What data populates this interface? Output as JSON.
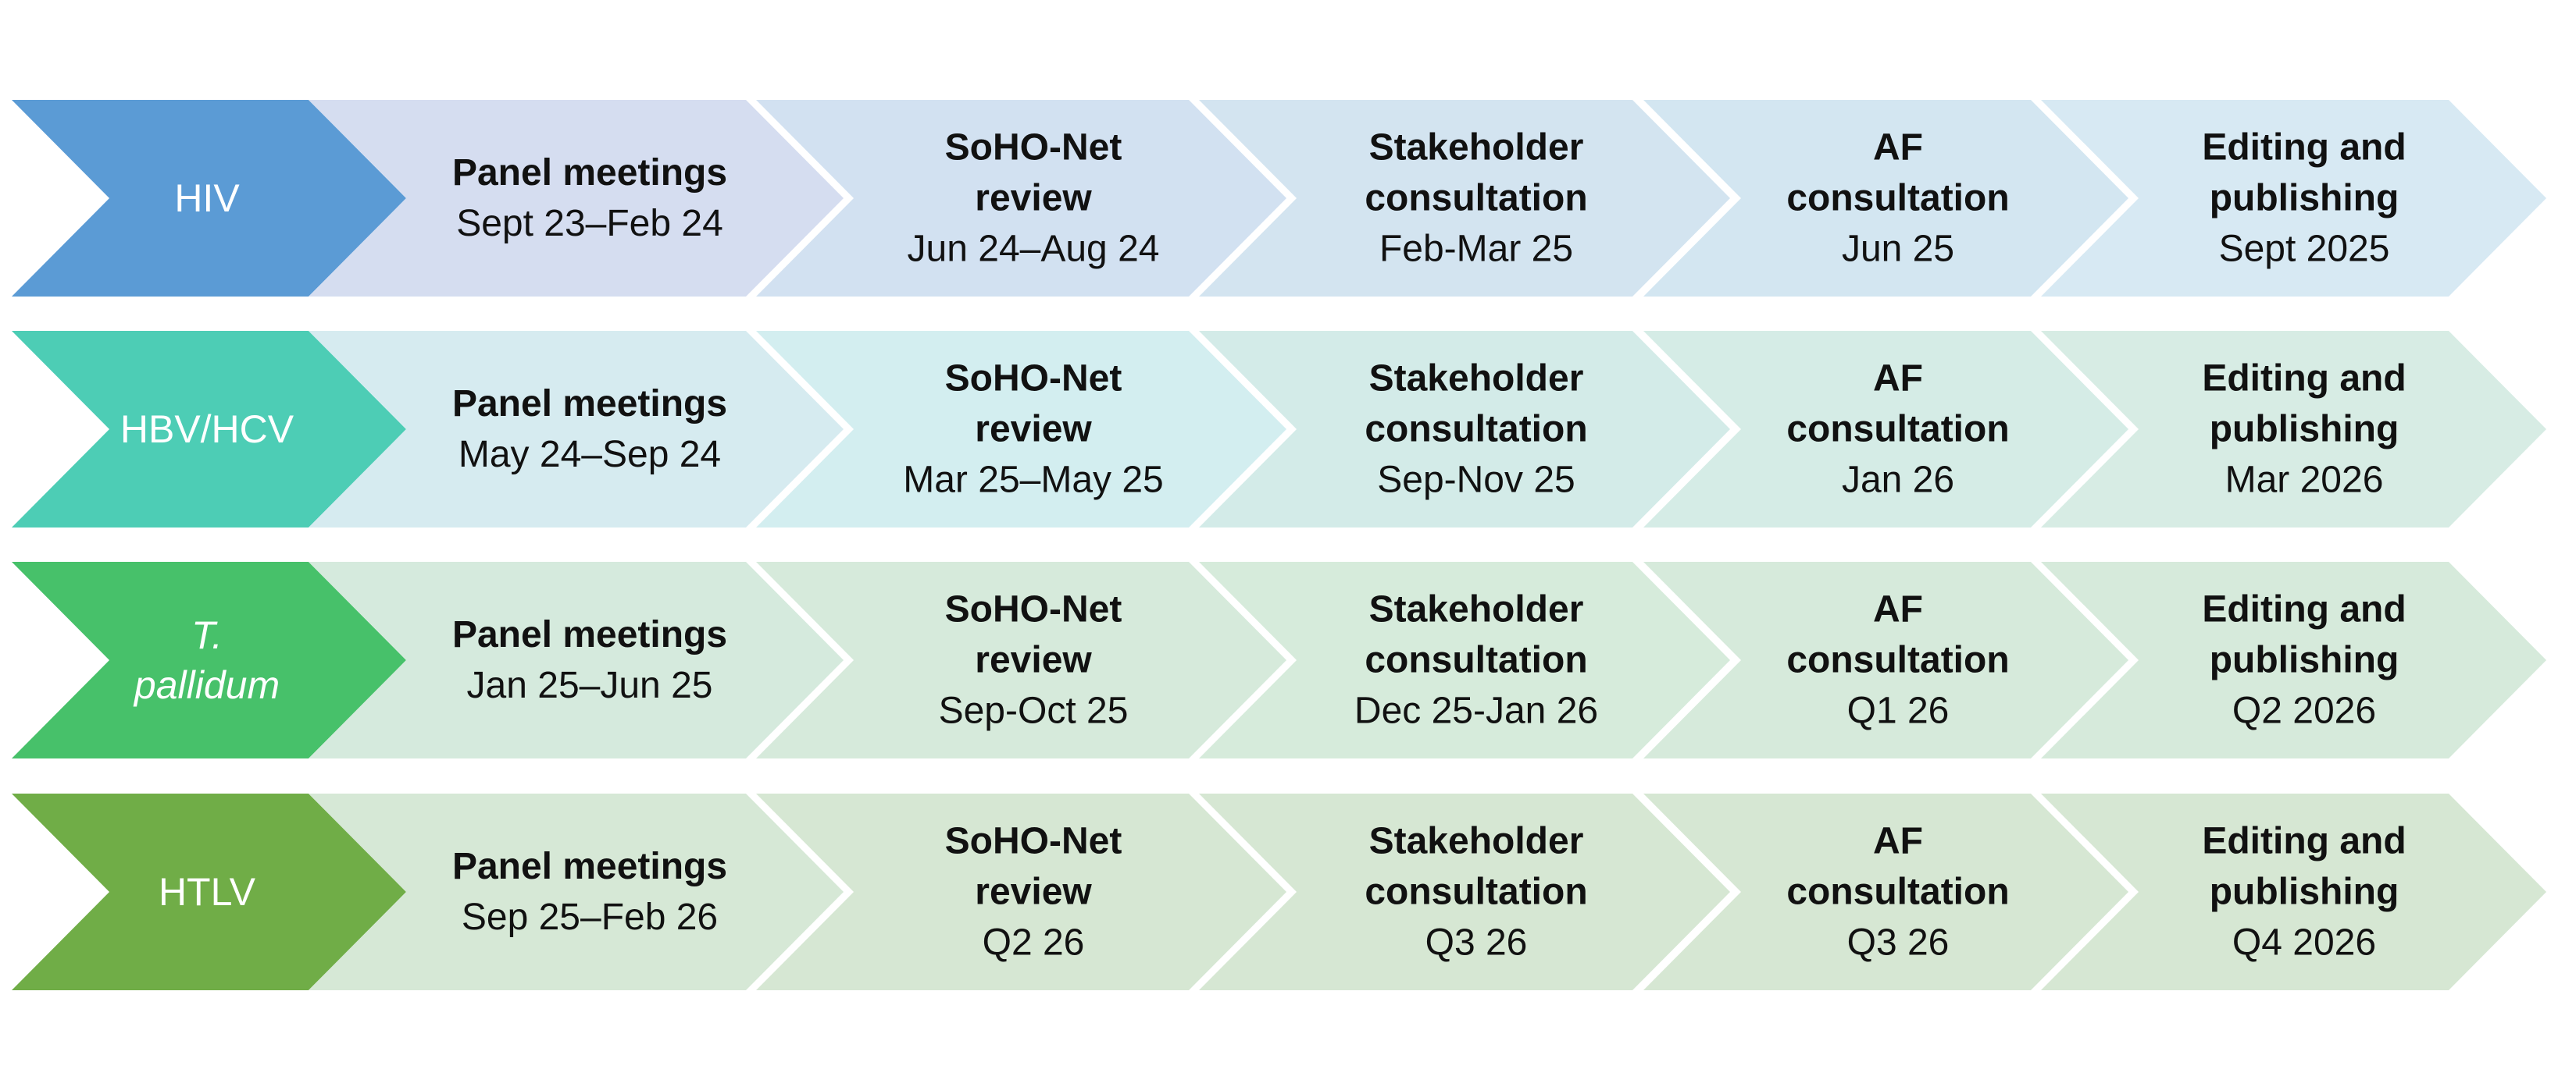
{
  "diagram": {
    "rows": [
      {
        "label_lines": [
          "HIV"
        ],
        "label_italic": false,
        "color": "#5b9bd5",
        "stages": [
          {
            "title_lines": [
              "Panel meetings"
            ],
            "date": "Sept 23–Feb 24",
            "fill": "#d5ddf0"
          },
          {
            "title_lines": [
              "SoHO-Net",
              "review"
            ],
            "date": "Jun 24–Aug 24",
            "fill": "#d2e1f1"
          },
          {
            "title_lines": [
              "Stakeholder",
              "consultation"
            ],
            "date": "Feb-Mar 25",
            "fill": "#d3e4f0"
          },
          {
            "title_lines": [
              "AF",
              "consultation"
            ],
            "date": "Jun 25",
            "fill": "#d3e6f1"
          },
          {
            "title_lines": [
              "Editing and",
              "publishing"
            ],
            "date": "Sept 2025",
            "fill": "#d7e9f3"
          }
        ]
      },
      {
        "label_lines": [
          "HBV/HCV"
        ],
        "label_italic": false,
        "color": "#4dcdb5",
        "stages": [
          {
            "title_lines": [
              "Panel meetings"
            ],
            "date": "May 24–Sep 24",
            "fill": "#d6ebf0"
          },
          {
            "title_lines": [
              "SoHO-Net",
              "review"
            ],
            "date": "Mar 25–May 25",
            "fill": "#d3eef0"
          },
          {
            "title_lines": [
              "Stakeholder",
              "consultation"
            ],
            "date": "Sep-Nov 25",
            "fill": "#d3ebe8"
          },
          {
            "title_lines": [
              "AF",
              "consultation"
            ],
            "date": "Jan 26",
            "fill": "#d5ece6"
          },
          {
            "title_lines": [
              "Editing and",
              "publishing"
            ],
            "date": "Mar 2026",
            "fill": "#d7ece4"
          }
        ]
      },
      {
        "label_lines": [
          "T.",
          "pallidum"
        ],
        "label_italic": true,
        "color": "#47c16a",
        "stages": [
          {
            "title_lines": [
              "Panel meetings"
            ],
            "date": "Jan 25–Jun 25",
            "fill": "#d5eadd"
          },
          {
            "title_lines": [
              "SoHO-Net",
              "review"
            ],
            "date": "Sep-Oct 25",
            "fill": "#d6eadb"
          },
          {
            "title_lines": [
              "Stakeholder",
              "consultation"
            ],
            "date": "Dec 25-Jan 26",
            "fill": "#d6ebdb"
          },
          {
            "title_lines": [
              "AF",
              "consultation"
            ],
            "date": "Q1 26",
            "fill": "#d6eadb"
          },
          {
            "title_lines": [
              "Editing and",
              "publishing"
            ],
            "date": "Q2 2026",
            "fill": "#d6eadb"
          }
        ]
      },
      {
        "label_lines": [
          "HTLV"
        ],
        "label_italic": false,
        "color": "#70ad47",
        "stages": [
          {
            "title_lines": [
              "Panel meetings"
            ],
            "date": "Sep 25–Feb 26",
            "fill": "#d6e8d6"
          },
          {
            "title_lines": [
              "SoHO-Net",
              "review"
            ],
            "date": "Q2 26",
            "fill": "#d6e7d3"
          },
          {
            "title_lines": [
              "Stakeholder",
              "consultation"
            ],
            "date": "Q3 26",
            "fill": "#d6e7d3"
          },
          {
            "title_lines": [
              "AF",
              "consultation"
            ],
            "date": "Q3 26",
            "fill": "#d6e7d3"
          },
          {
            "title_lines": [
              "Editing and",
              "publishing"
            ],
            "date": "Q4 2026",
            "fill": "#d6e7d3"
          }
        ]
      }
    ]
  }
}
